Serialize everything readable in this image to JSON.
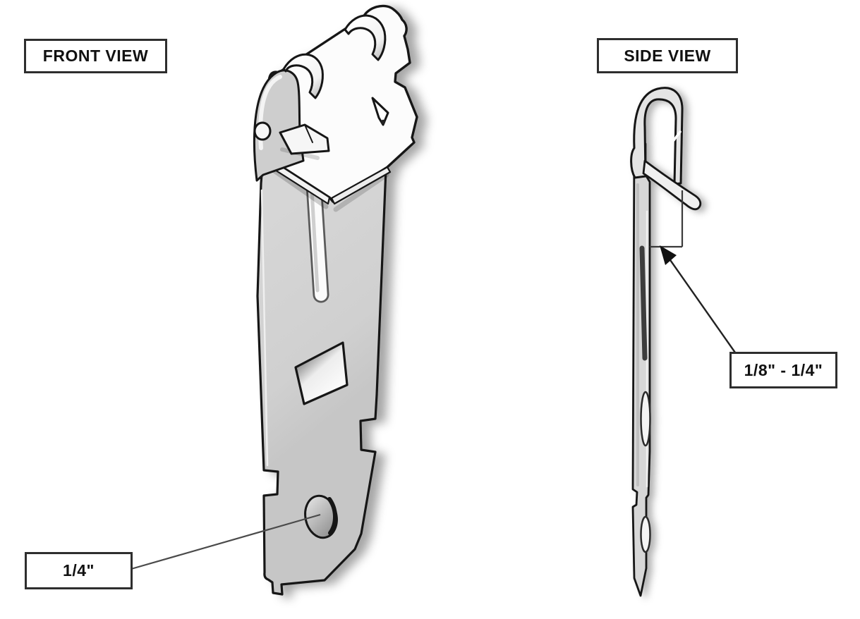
{
  "diagram": {
    "front": {
      "view_label": "FRONT VIEW",
      "callout_label": "1/4\""
    },
    "side": {
      "view_label": "SIDE VIEW",
      "callout_label": "1/8\" - 1/4\""
    }
  },
  "colors": {
    "background": "#ffffff",
    "outline": "#161616",
    "plate_gray": "#d2d2d2",
    "clip_white": "#fcfcfc",
    "fold_gray": "#cecece",
    "label_border": "#2e2e2e",
    "label_text": "#111111",
    "annotation_line": "#3a3a3a",
    "arrowhead": "#111111"
  }
}
